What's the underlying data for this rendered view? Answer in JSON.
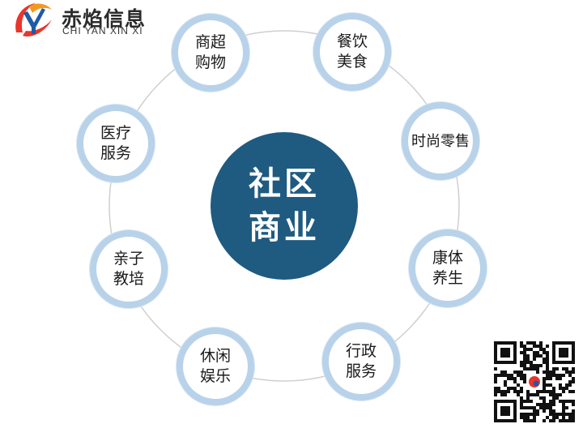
{
  "logo": {
    "name_cn": "赤焰信息",
    "name_en": "CHI YAN XIN XI"
  },
  "hub": {
    "line1": "社区",
    "line2": "商业"
  },
  "nodes": [
    {
      "line1": "商超",
      "line2": "购物"
    },
    {
      "line1": "餐饮",
      "line2": "美食"
    },
    {
      "line1": "时尚零售",
      "line2": ""
    },
    {
      "line1": "康体",
      "line2": "养生"
    },
    {
      "line1": "行政",
      "line2": "服务"
    },
    {
      "line1": "休闲",
      "line2": "娱乐"
    },
    {
      "line1": "亲子",
      "line2": "教培"
    },
    {
      "line1": "医疗",
      "line2": "服务"
    }
  ],
  "colors": {
    "hub": "#1f5a80",
    "node_ring": "#b8d2e9",
    "orbit": "#cfcfcf"
  },
  "icons": {
    "logo": "chiyan-logo-icon",
    "qr": "qr-code-icon"
  }
}
